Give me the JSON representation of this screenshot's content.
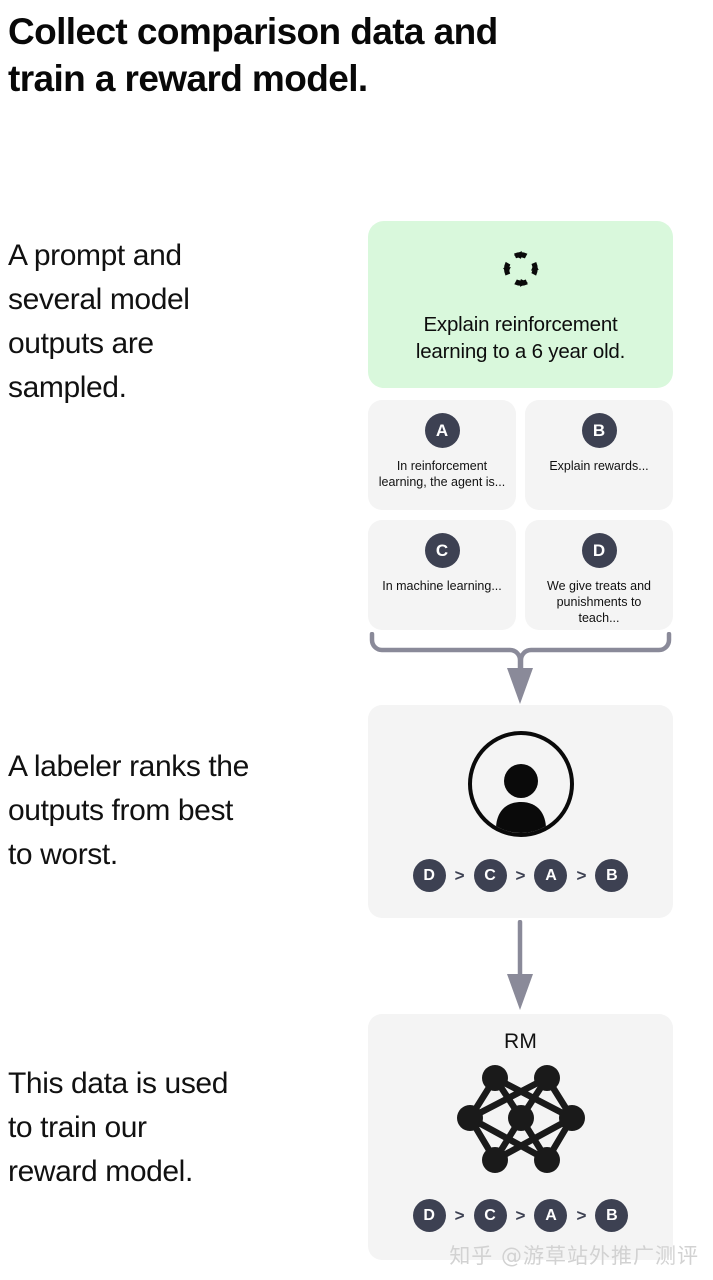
{
  "title": {
    "lines": [
      "Collect comparison data and",
      "train a reward model."
    ]
  },
  "captions": {
    "sample": [
      "A prompt and",
      "several model",
      "outputs are",
      "sampled."
    ],
    "rank": [
      "A labeler ranks the",
      "outputs from best",
      "to worst."
    ],
    "train": [
      "This data is used",
      "to train our",
      "reward model."
    ]
  },
  "prompt_card": {
    "icon": "cycle-refresh-icon",
    "text_lines": [
      "Explain reinforcement",
      "learning to a 6 year old."
    ],
    "background": "#d9f8dc"
  },
  "outputs": [
    {
      "letter": "A",
      "text": "In reinforcement learning, the agent is..."
    },
    {
      "letter": "B",
      "text": "Explain rewards..."
    },
    {
      "letter": "C",
      "text": "In machine learning..."
    },
    {
      "letter": "D",
      "text": "We give treats and punishments to teach..."
    }
  ],
  "labeler_card": {
    "icon": "person-avatar-icon",
    "ranking": [
      "D",
      "C",
      "A",
      "B"
    ],
    "separator": ">"
  },
  "reward_model_card": {
    "label": "RM",
    "icon": "neural-network-icon",
    "ranking": [
      "D",
      "C",
      "A",
      "B"
    ],
    "separator": ">"
  },
  "colors": {
    "badge": "#3d4152",
    "card": "#f4f4f4",
    "prompt_card": "#d9f8dc",
    "connector": "#8a8a99",
    "text": "#111111"
  },
  "watermark": "知乎 @游草站外推广测评"
}
